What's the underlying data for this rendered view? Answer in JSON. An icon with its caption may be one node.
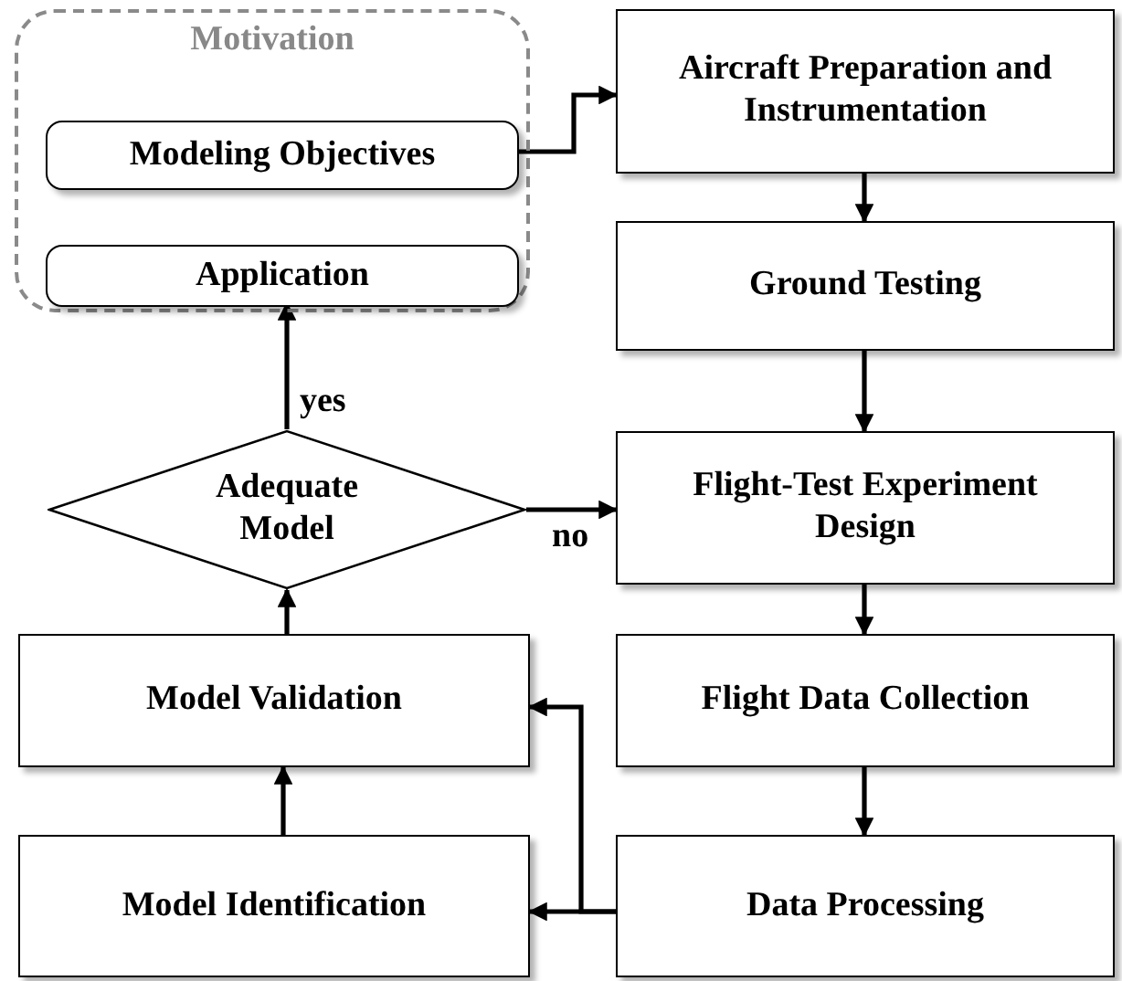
{
  "diagram": {
    "nodes": [
      {
        "text": [
          "Motivation"
        ]
      },
      {
        "text": [
          "Modeling Objectives"
        ],
        "in": 0
      },
      {
        "text": [
          "Application"
        ],
        "in": 0
      },
      {
        "text": [
          "Aircraft Preparation and Instrumentation"
        ]
      },
      {
        "text": [
          "Ground Testing"
        ]
      },
      {
        "text": [
          "Flight-Test Experiment Design"
        ]
      },
      {
        "text": [
          "Flight Data Collection"
        ]
      },
      {
        "text": [
          "Data Processing"
        ]
      },
      {
        "text": [
          "Model Identification"
        ]
      },
      {
        "text": [
          "Model Validation"
        ]
      },
      {
        "text": [
          "Adequate Model"
        ]
      }
    ],
    "edges": [
      {
        "from": 1,
        "to": 3,
        "arrow": "to"
      },
      {
        "from": 3,
        "to": 4,
        "arrow": "to"
      },
      {
        "from": 4,
        "to": 5,
        "arrow": "to"
      },
      {
        "from": 5,
        "to": 6,
        "arrow": "to"
      },
      {
        "from": 6,
        "to": 7,
        "arrow": "to"
      },
      {
        "from": 7,
        "to": 8,
        "arrow": "to"
      },
      {
        "from": 7,
        "to": 9,
        "arrow": "to"
      },
      {
        "from": 8,
        "to": 9,
        "arrow": "to"
      },
      {
        "from": 9,
        "to": 10,
        "arrow": "to"
      },
      {
        "from": 10,
        "to": 2,
        "label": "yes",
        "arrow": "to"
      },
      {
        "from": 10,
        "to": 5,
        "label": "no",
        "arrow": "to"
      }
    ]
  }
}
